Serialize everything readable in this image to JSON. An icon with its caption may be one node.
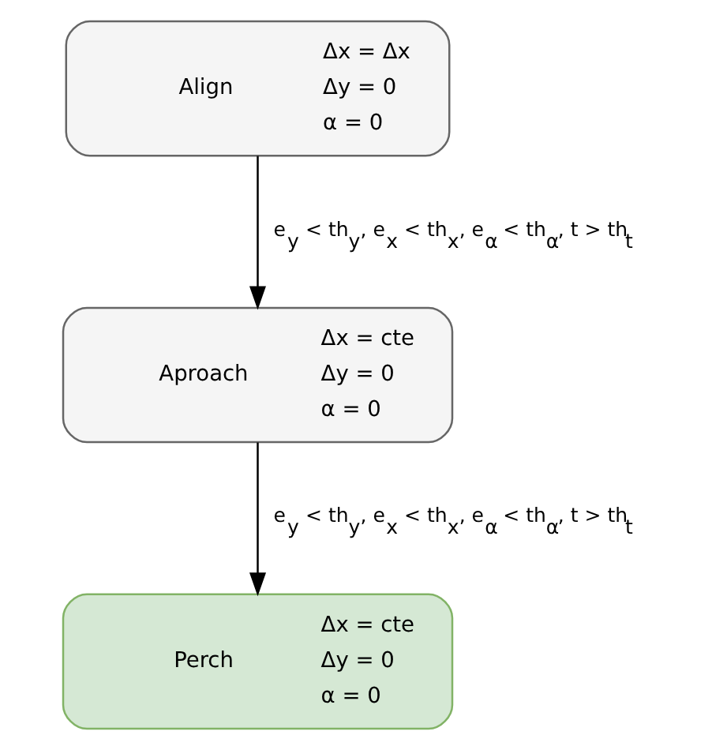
{
  "diagram": {
    "nodes": [
      {
        "text": [
          "Align",
          "Δx = Δx",
          "Δy = 0",
          "α = 0"
        ]
      },
      {
        "text": [
          "Aproach",
          "Δx = cte",
          "Δy = 0",
          "α = 0"
        ]
      },
      {
        "text": [
          "Perch",
          "Δx = cte",
          "Δy = 0",
          "α = 0"
        ]
      }
    ],
    "edges": [
      {
        "from": 0,
        "to": 1,
        "arrow": "to",
        "label": "e$_{y}$ < th$_{y}$, e$_{x}$ < th$_{x}$, e$_{α}$ < th$_{α}$, t > th$_{t}$"
      },
      {
        "from": 1,
        "to": 2,
        "arrow": "to",
        "label": "e$_{y}$ < th$_{y}$, e$_{x}$ < th$_{x}$, e$_{α}$ < th$_{α}$, t > th$_{t}$"
      }
    ]
  }
}
